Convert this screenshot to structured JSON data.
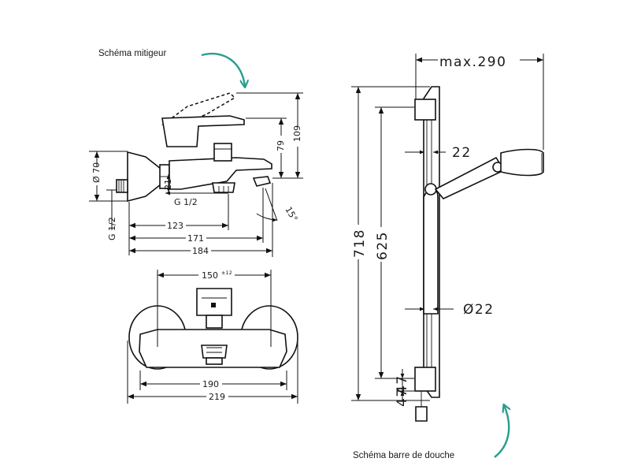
{
  "captions": {
    "mixer": "Schéma mitigeur",
    "shower": "Schéma barre de douche"
  },
  "colors": {
    "accent_arrow": "#2a9d8f",
    "line": "#111111"
  },
  "mixer_side": {
    "d70": "Ø 70",
    "g12_side": "G 1/2",
    "d21": "21",
    "g12_bottom": "G 1/2",
    "h79": "79",
    "h109": "109",
    "angle": "15°",
    "w123": "123",
    "w171": "171",
    "w184": "184"
  },
  "mixer_front": {
    "w150": "150",
    "w150_tol": "±12",
    "w190": "190",
    "w219": "219"
  },
  "shower_bar": {
    "max290": "max.290",
    "d22": "22",
    "h718": "718",
    "h625": "625",
    "rod": "Ø22",
    "h47_upper": "47",
    "h47_lower": "47"
  }
}
